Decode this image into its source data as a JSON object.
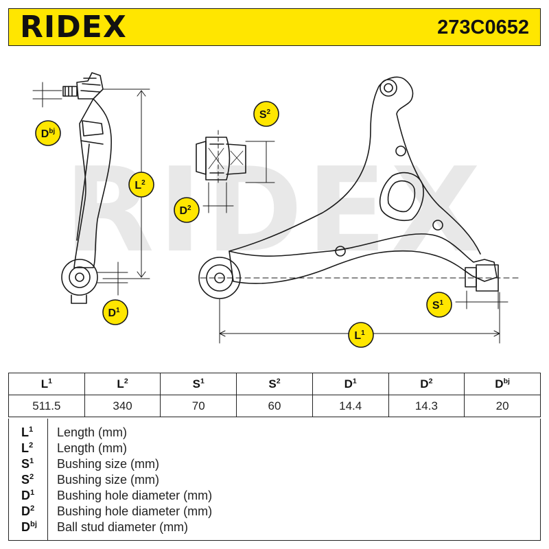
{
  "header": {
    "brand": "RIDEX",
    "part_number": "273C0652"
  },
  "watermark": "RIDEX",
  "callouts": {
    "dbj": {
      "base": "D",
      "sup": "bj"
    },
    "l2": {
      "base": "L",
      "sup": "2"
    },
    "d1": {
      "base": "D",
      "sup": "1"
    },
    "s2": {
      "base": "S",
      "sup": "2"
    },
    "d2": {
      "base": "D",
      "sup": "2"
    },
    "s1": {
      "base": "S",
      "sup": "1"
    },
    "l1": {
      "base": "L",
      "sup": "1"
    }
  },
  "colors": {
    "accent": "#ffe600",
    "line": "#1a1a1a",
    "watermark": "#e6e6e6"
  },
  "table": {
    "headers": [
      {
        "base": "L",
        "sup": "1"
      },
      {
        "base": "L",
        "sup": "2"
      },
      {
        "base": "S",
        "sup": "1"
      },
      {
        "base": "S",
        "sup": "2"
      },
      {
        "base": "D",
        "sup": "1"
      },
      {
        "base": "D",
        "sup": "2"
      },
      {
        "base": "D",
        "sup": "bj"
      }
    ],
    "values": [
      "511.5",
      "340",
      "70",
      "60",
      "14.4",
      "14.3",
      "20"
    ]
  },
  "legend": [
    {
      "base": "L",
      "sup": "1",
      "desc": "Length (mm)"
    },
    {
      "base": "L",
      "sup": "2",
      "desc": "Length (mm)"
    },
    {
      "base": "S",
      "sup": "1",
      "desc": "Bushing size (mm)"
    },
    {
      "base": "S",
      "sup": "2",
      "desc": "Bushing size (mm)"
    },
    {
      "base": "D",
      "sup": "1",
      "desc": "Bushing hole diameter (mm)"
    },
    {
      "base": "D",
      "sup": "2",
      "desc": "Bushing hole diameter (mm)"
    },
    {
      "base": "D",
      "sup": "bj",
      "desc": "Ball stud diameter (mm)"
    }
  ]
}
